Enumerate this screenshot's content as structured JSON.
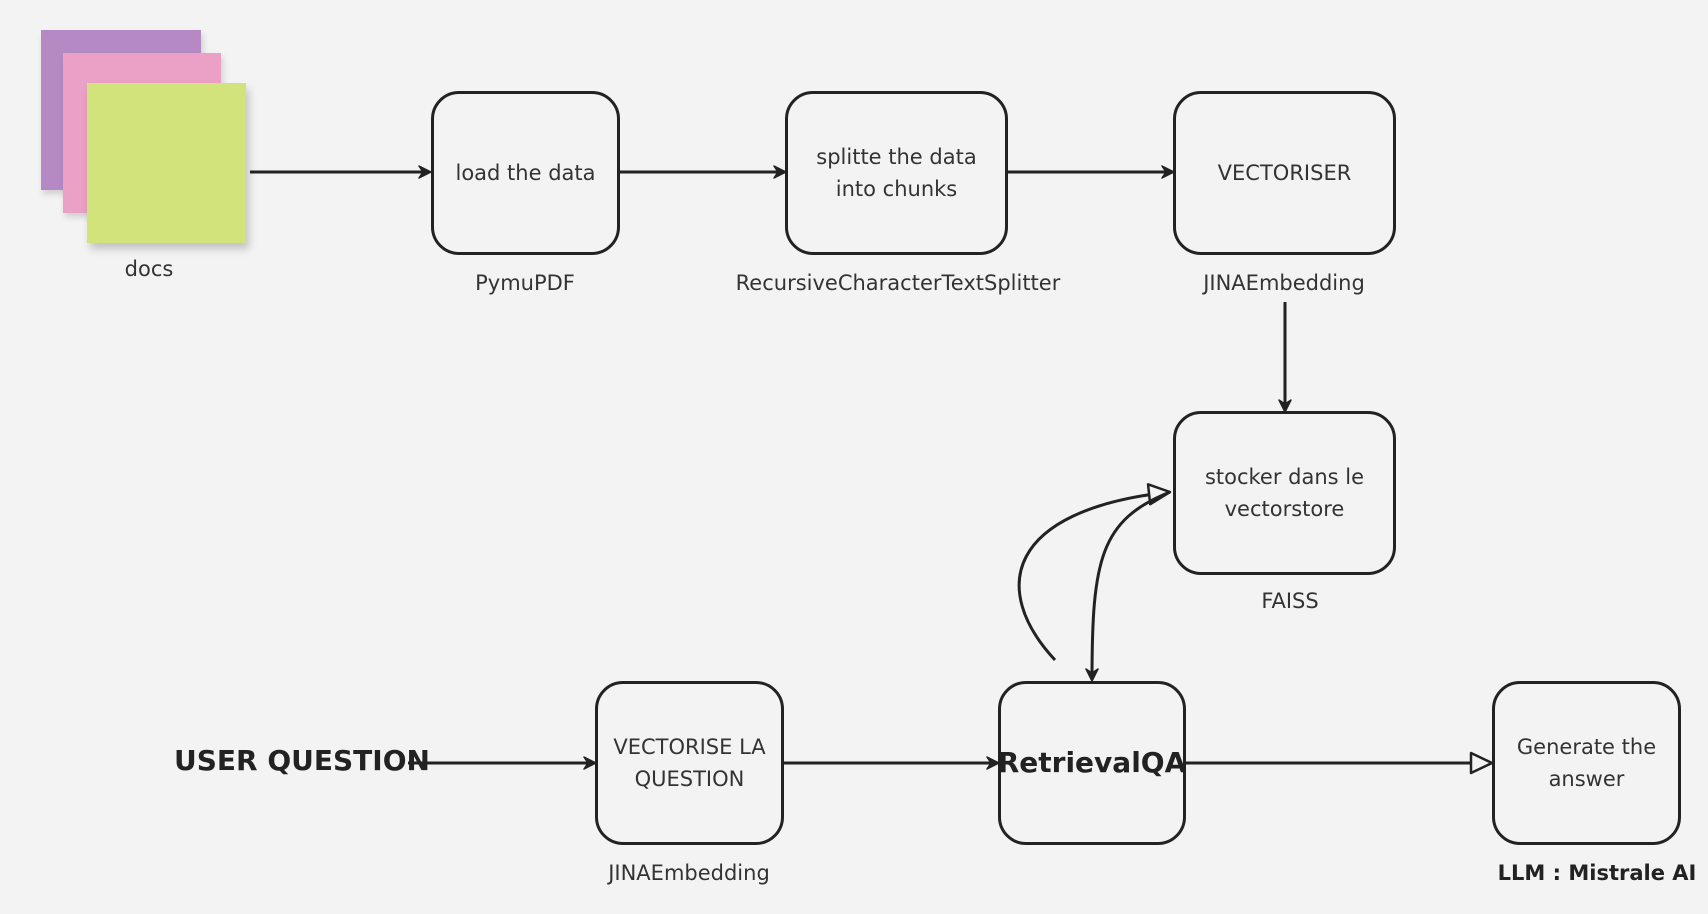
{
  "colors": {
    "background": "#f3f3f3",
    "stroke": "#222222",
    "note_purple": "#b58ac4",
    "note_pink": "#eba0c6",
    "note_green": "#d3e37c"
  },
  "docs": {
    "label": "docs"
  },
  "nodes": {
    "load": {
      "label": "load the data",
      "caption": "PymuPDF"
    },
    "split": {
      "label": "splitte the data into chunks",
      "caption": "RecursiveCharacterTextSplitter"
    },
    "vectoriser": {
      "label": "VECTORISER",
      "caption": "JINAEmbedding"
    },
    "store": {
      "label": "stocker dans le vectorstore",
      "caption": "FAISS"
    },
    "vectorise_q": {
      "label": "VECTORISE LA QUESTION",
      "caption": "JINAEmbedding"
    },
    "retrieval": {
      "label": "RetrievalQA"
    },
    "generate": {
      "label": "Generate the answer",
      "caption": "LLM : Mistrale AI"
    }
  },
  "user_question": "USER QUESTION"
}
